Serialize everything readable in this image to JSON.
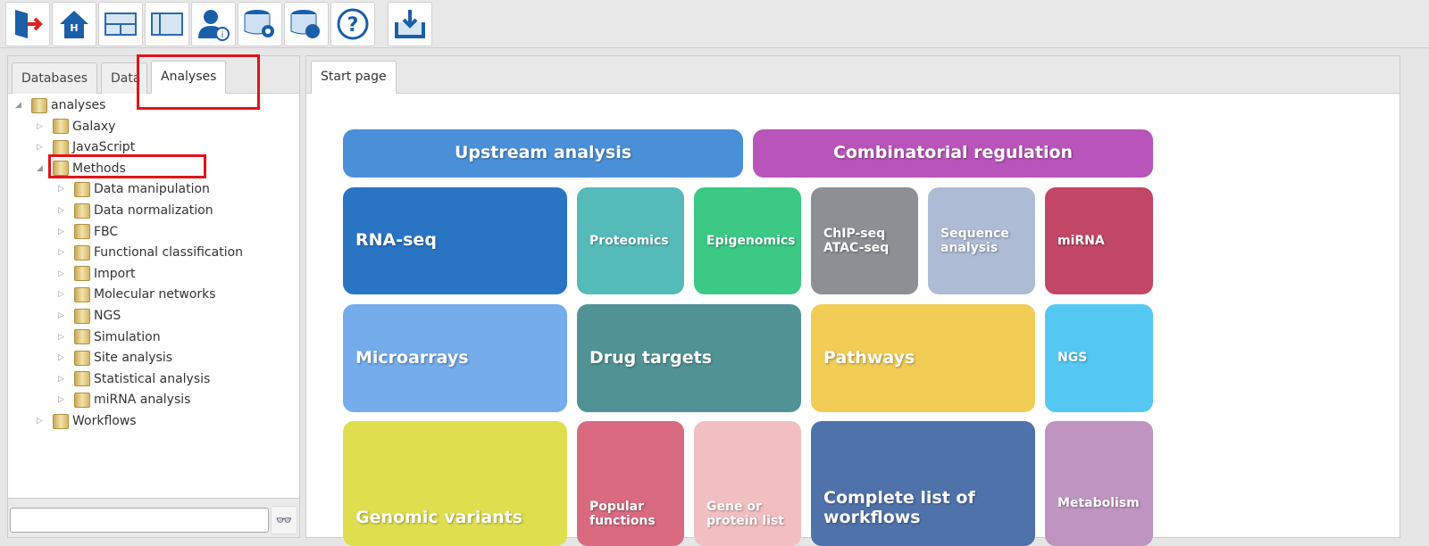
{
  "toolbar": {
    "buttons": [
      {
        "icon": "logout-icon"
      },
      {
        "icon": "home-icon"
      },
      {
        "icon": "layout-horizontal-icon"
      },
      {
        "icon": "layout-vertical-icon"
      },
      {
        "icon": "user-info-icon"
      },
      {
        "icon": "database-settings-icon"
      },
      {
        "icon": "database-chart-icon"
      },
      {
        "icon": "help-icon"
      },
      {
        "icon": "download-icon"
      }
    ]
  },
  "left_panel": {
    "tabs": [
      {
        "label": "Databases"
      },
      {
        "label": "Data"
      },
      {
        "label": "Analyses",
        "active": true
      }
    ],
    "tree": [
      {
        "label": "analyses",
        "level": 0,
        "expanded": true
      },
      {
        "label": "Galaxy",
        "level": 1
      },
      {
        "label": "JavaScript",
        "level": 1
      },
      {
        "label": "Methods",
        "level": 1,
        "expanded": true
      },
      {
        "label": "Data manipulation",
        "level": 2
      },
      {
        "label": "Data normalization",
        "level": 2
      },
      {
        "label": "FBC",
        "level": 2
      },
      {
        "label": "Functional classification",
        "level": 2
      },
      {
        "label": "Import",
        "level": 2
      },
      {
        "label": "Molecular networks",
        "level": 2
      },
      {
        "label": "NGS",
        "level": 2
      },
      {
        "label": "Simulation",
        "level": 2
      },
      {
        "label": "Site analysis",
        "level": 2
      },
      {
        "label": "Statistical analysis",
        "level": 2
      },
      {
        "label": "miRNA analysis",
        "level": 2
      },
      {
        "label": "Workflows",
        "level": 1
      }
    ],
    "search": {
      "value": "",
      "placeholder": "",
      "button_icon": "binoculars-icon"
    }
  },
  "right_panel": {
    "tabs": [
      {
        "label": "Start page",
        "active": true
      }
    ],
    "tiles": [
      {
        "label": "Upstream analysis",
        "color": "#4a90d9"
      },
      {
        "label": "Combinatorial regulation",
        "color": "#b954bb"
      },
      {
        "label": "RNA-seq",
        "color": "#2a74c4"
      },
      {
        "label": "Proteomics",
        "color": "#55bbb9"
      },
      {
        "label": "Epigenomics",
        "color": "#3bc985"
      },
      {
        "label": "ChIP-seq ATAC-seq",
        "color": "#8c8f94"
      },
      {
        "label": "Sequence analysis",
        "color": "#aebbd4"
      },
      {
        "label": "miRNA",
        "color": "#c24666"
      },
      {
        "label": "Microarrays",
        "color": "#74acec"
      },
      {
        "label": "Drug targets",
        "color": "#519395"
      },
      {
        "label": "Pathways",
        "color": "#f1cd56"
      },
      {
        "label": "NGS",
        "color": "#54c8f2"
      },
      {
        "label": "Genomic variants",
        "color": "#dede4e"
      },
      {
        "label": "Popular functions",
        "color": "#d96a80"
      },
      {
        "label": "Gene or protein list",
        "color": "#f1bfc1"
      },
      {
        "label": "Complete list of workflows",
        "color": "#4f72ab"
      },
      {
        "label": "Metabolism",
        "color": "#bf94c0"
      }
    ]
  },
  "highlight_color": "#e0141a"
}
